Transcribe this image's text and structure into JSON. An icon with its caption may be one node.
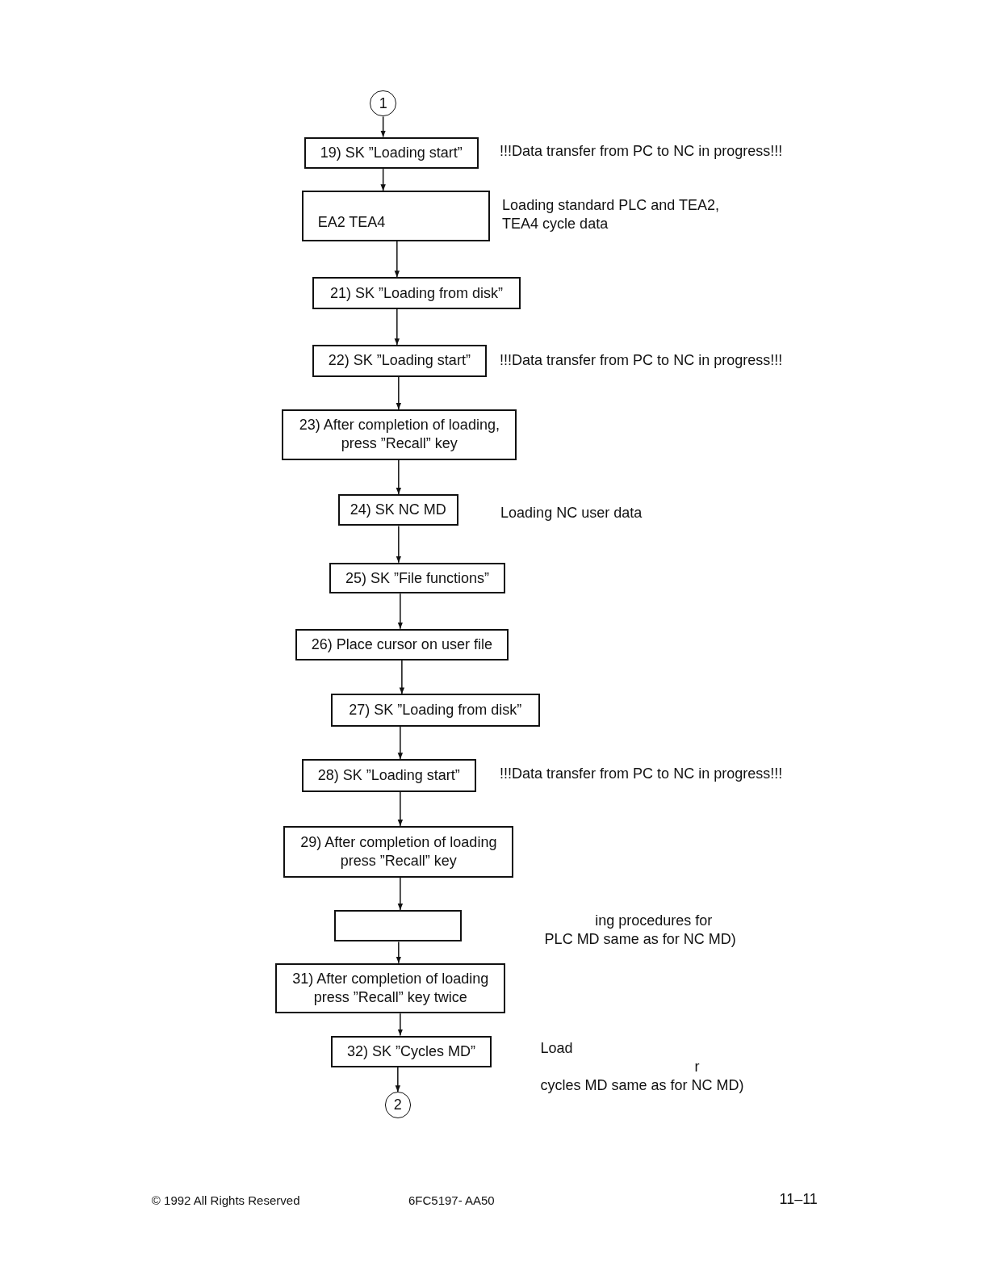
{
  "diagram": {
    "nodes": [
      {
        "text": [
          "1"
        ]
      },
      {
        "text": [
          "19) SK ”Loading start”"
        ],
        "beside": [
          "!!!Data transfer from PC to NC in progress!!!"
        ]
      },
      {
        "text": [
          "EA2 TEA4"
        ],
        "beside": [
          "Loading standard PLC and TEA2, TEA4 cycle data"
        ]
      },
      {
        "text": [
          "21) SK ”Loading from disk”"
        ]
      },
      {
        "text": [
          "22) SK ”Loading start”"
        ],
        "beside": [
          "!!!Data transfer from PC to NC in progress!!!"
        ]
      },
      {
        "text": [
          "23) After completion of loading, press ”Recall” key"
        ]
      },
      {
        "text": [
          "24) SK NC MD"
        ],
        "beside": [
          "Loading NC user data"
        ]
      },
      {
        "text": [
          "25) SK ”File functions”"
        ]
      },
      {
        "text": [
          "26) Place cursor on user file"
        ]
      },
      {
        "text": [
          "27) SK ”Loading from disk”"
        ]
      },
      {
        "text": [
          "28) SK ”Loading start”"
        ],
        "beside": [
          "!!!Data transfer from PC to NC in progress!!!"
        ]
      },
      {
        "text": [
          "29) After completion of loading press ”Recall” key"
        ]
      },
      {
        "text": [],
        "shape": "box"
      },
      {
        "text": [
          "31) After completion of loading press ”Recall” key twice"
        ]
      },
      {
        "text": [
          "32) SK ”Cycles MD”"
        ],
        "beside": [
          "Load",
          "r",
          "cycles MD same as for NC MD)"
        ]
      },
      {
        "text": [
          "2"
        ]
      }
    ],
    "edges": [
      {
        "from": 0,
        "to": 1,
        "arrow": "to"
      },
      {
        "from": 1,
        "to": 2,
        "arrow": "to"
      },
      {
        "from": 2,
        "to": 3,
        "arrow": "to"
      },
      {
        "from": 3,
        "to": 4,
        "arrow": "to"
      },
      {
        "from": 4,
        "to": 5,
        "arrow": "to"
      },
      {
        "from": 5,
        "to": 6,
        "arrow": "to"
      },
      {
        "from": 6,
        "to": 7,
        "arrow": "to"
      },
      {
        "from": 7,
        "to": 8,
        "arrow": "to"
      },
      {
        "from": 8,
        "to": 9,
        "arrow": "to"
      },
      {
        "from": 9,
        "to": 10,
        "arrow": "to"
      },
      {
        "from": 10,
        "to": 11,
        "arrow": "to"
      },
      {
        "from": 11,
        "to": 12,
        "arrow": "to"
      },
      {
        "from": 12,
        "to": 13,
        "arrow": "to"
      },
      {
        "from": 13,
        "to": 14,
        "arrow": "to"
      },
      {
        "from": 14,
        "to": 15,
        "arrow": "to"
      }
    ],
    "labels": [
      "ing procedures for PLC MD same as for NC MD)",
      "© 1992  All Rights Reserved",
      "6FC5197- AA50",
      "11–11"
    ]
  }
}
